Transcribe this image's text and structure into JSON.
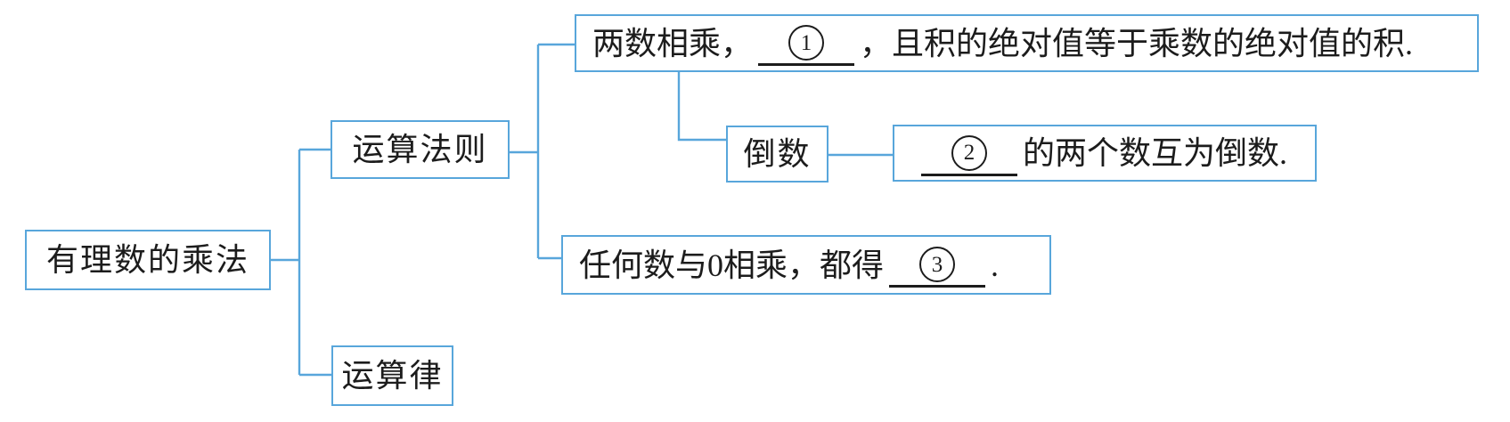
{
  "nodes": {
    "root": {
      "label": "有理数的乘法"
    },
    "rules": {
      "label": "运算法则"
    },
    "laws": {
      "label": "运算律"
    },
    "multiply_rule": {
      "pre": "两数相乘，",
      "blank": "1",
      "post": "，且积的绝对值等于乘数的绝对值的积."
    },
    "reciprocal": {
      "label": "倒数"
    },
    "reciprocal_def": {
      "pre": "",
      "blank": "2",
      "post": "的两个数互为倒数."
    },
    "zero_rule": {
      "pre": "任何数与0相乘，都得",
      "blank": "3",
      "post": "."
    }
  },
  "colors": {
    "line": "#58a6db",
    "text": "#1c1c1c",
    "background": "#ffffff"
  }
}
